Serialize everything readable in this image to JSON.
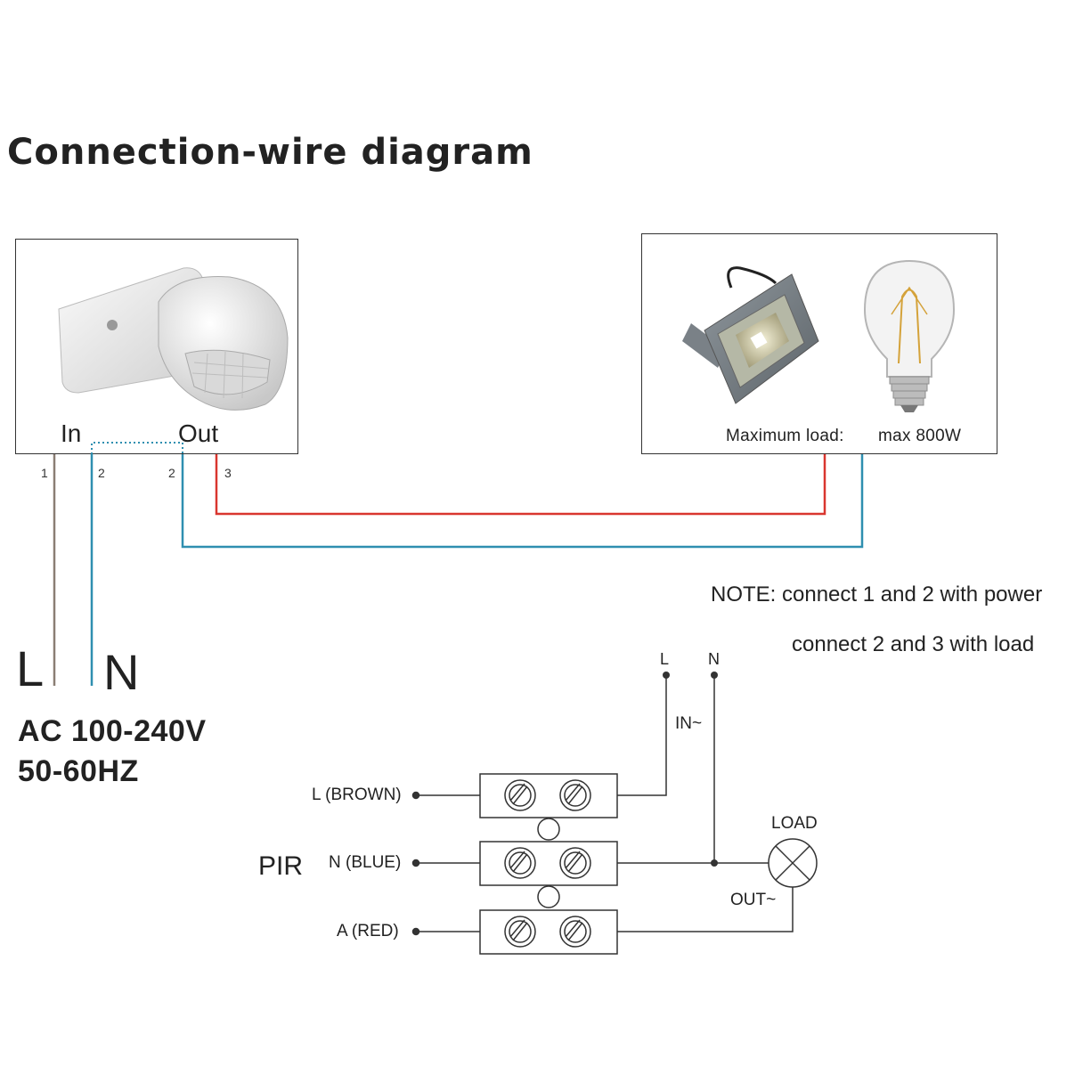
{
  "title": "Connection-wire  diagram",
  "sensor": {
    "in_label": "In",
    "out_label": "Out"
  },
  "wires": {
    "num_1": "1",
    "num_2_in": "2",
    "num_2_out": "2",
    "num_3": "3"
  },
  "supply": {
    "live": "L",
    "neutral": "N",
    "voltage": "AC 100-240V",
    "frequency": "50-60HZ"
  },
  "load_box": {
    "max_load_label": "Maximum load:",
    "max_load_value": "max 800W"
  },
  "note": {
    "line1": "NOTE: connect 1 and 2 with power",
    "line2": "connect 2 and 3 with load"
  },
  "schematic": {
    "pir_label": "PIR",
    "terminal_l": "L (BROWN)",
    "terminal_n": "N (BLUE)",
    "terminal_a": "A (RED)",
    "top_l": "L",
    "top_n": "N",
    "in_label": "IN~",
    "out_label": "OUT~",
    "load_label": "LOAD"
  },
  "colors": {
    "live_wire": "#8a7e74",
    "neutral_wire": "#2f8fb0",
    "load_wire": "#d9362f",
    "outline": "#333333"
  }
}
